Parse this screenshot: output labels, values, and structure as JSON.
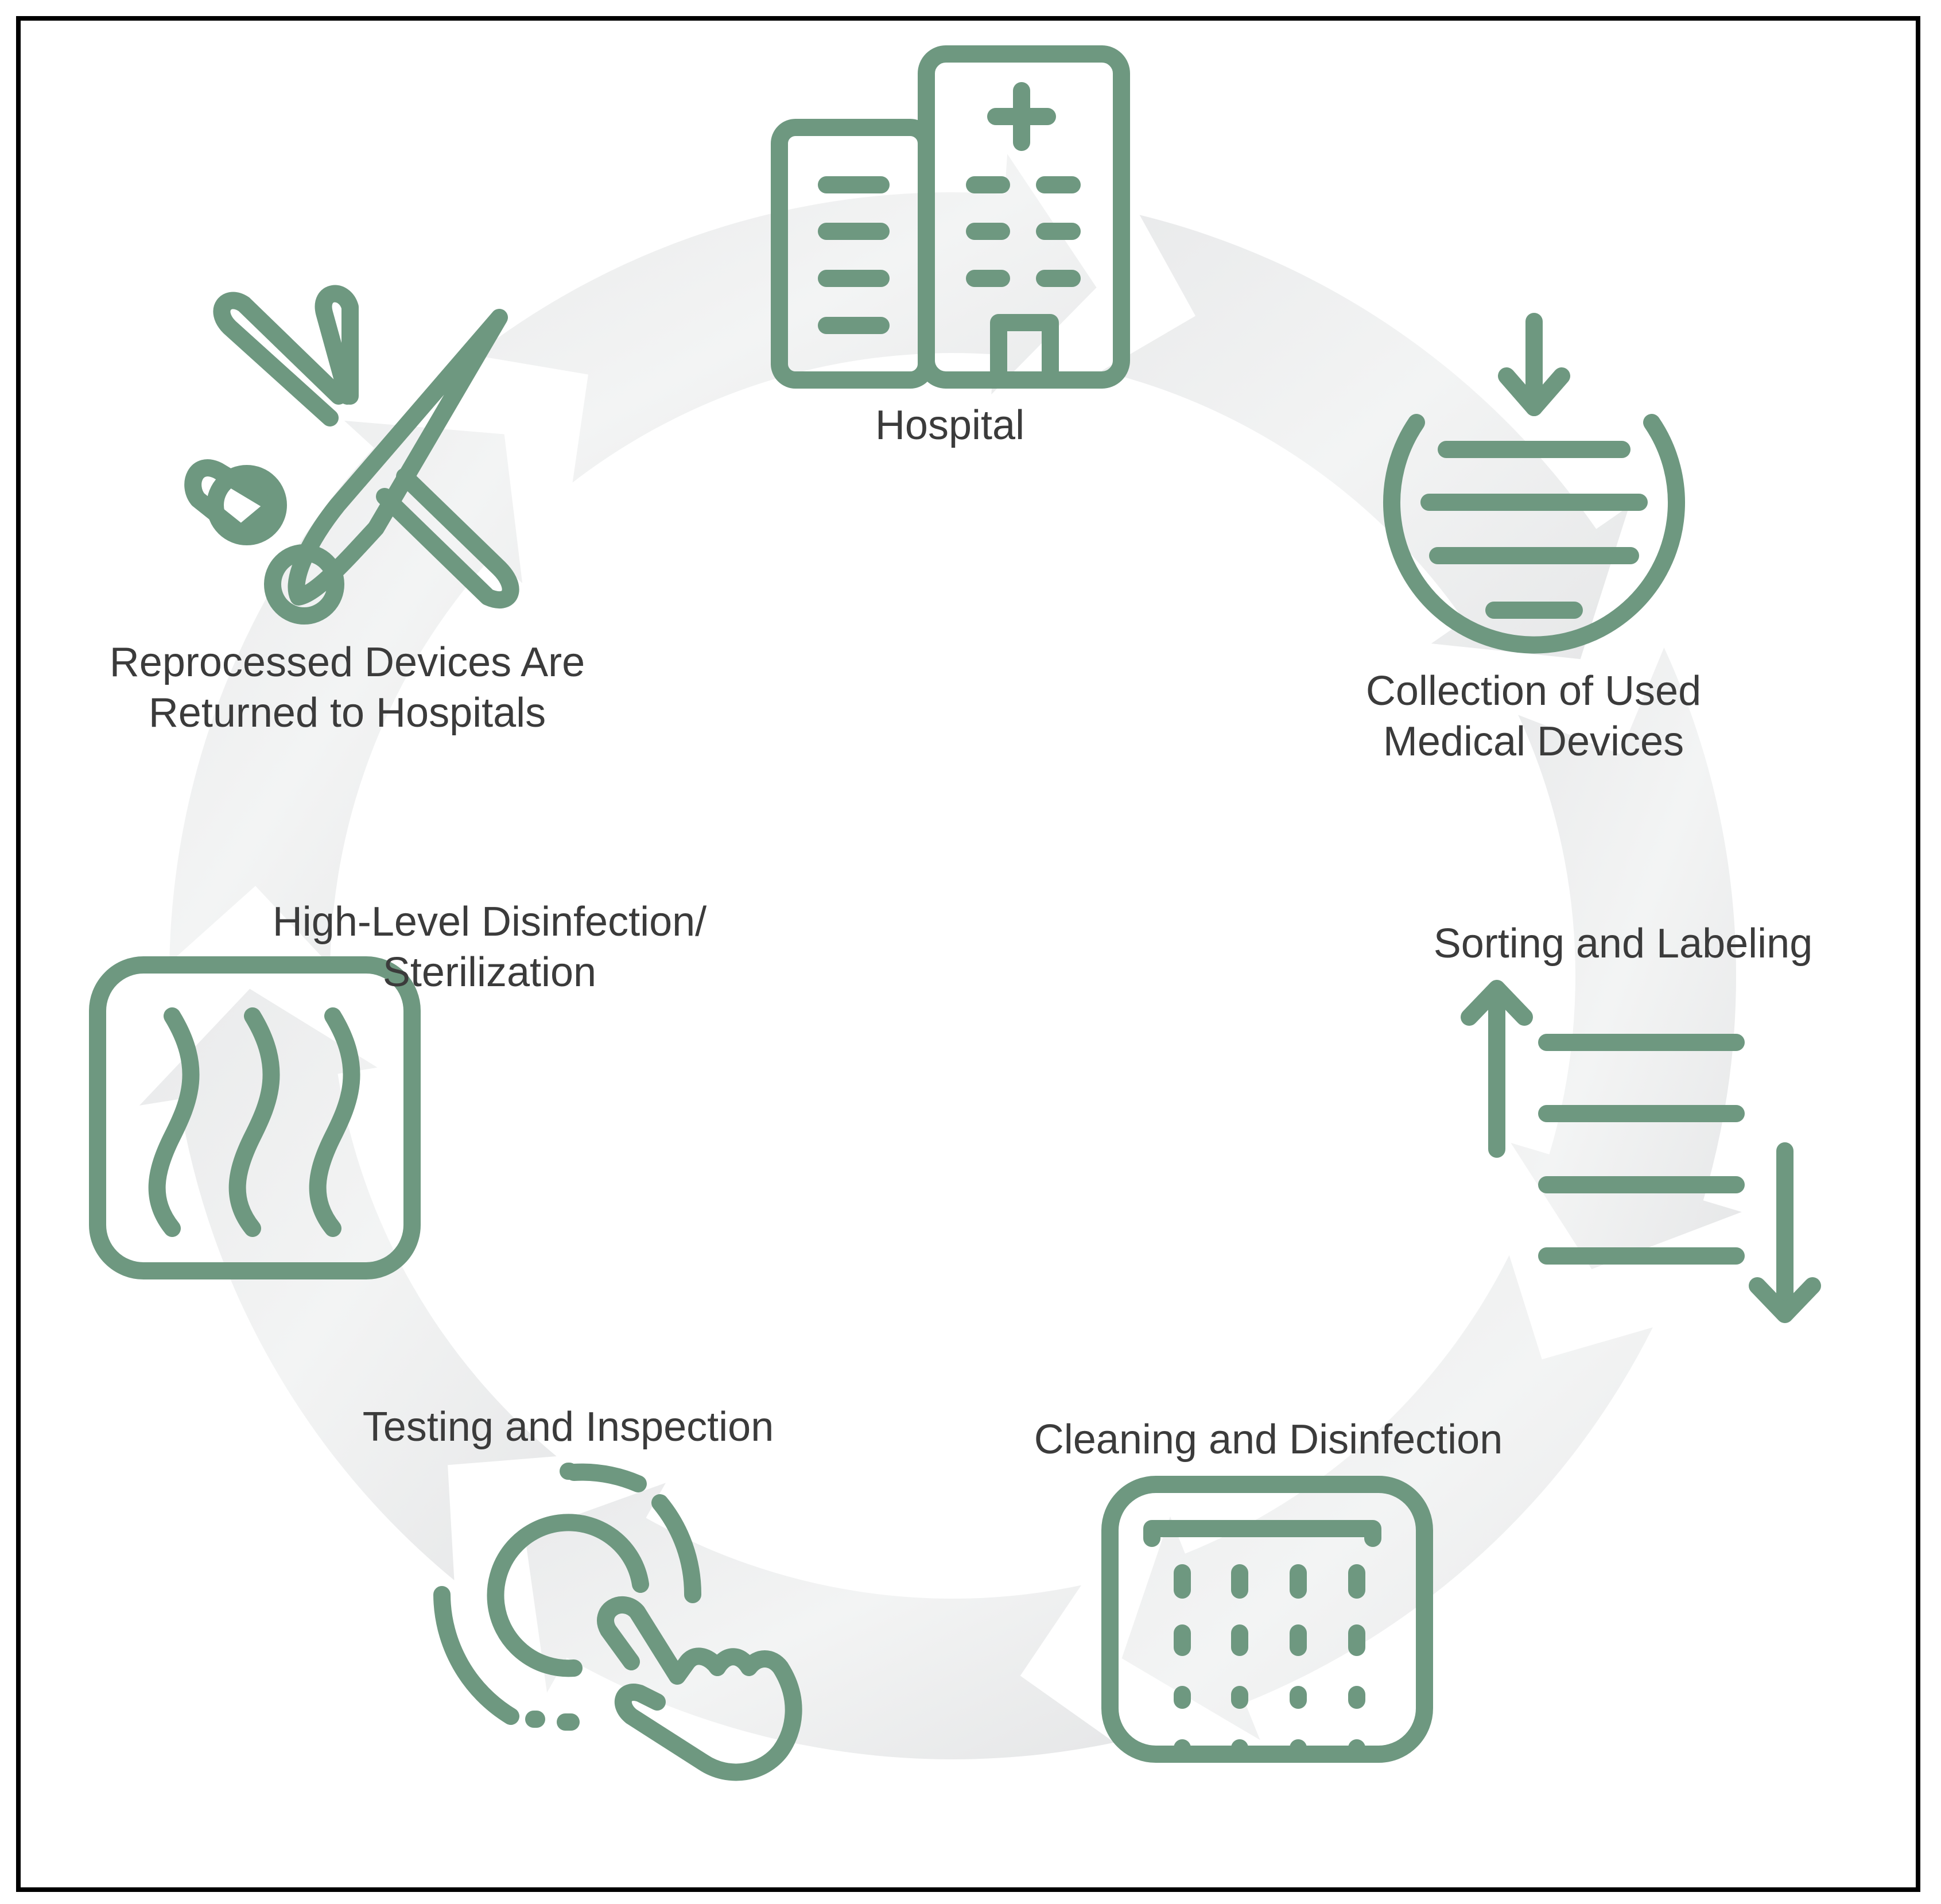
{
  "colors": {
    "icon": "#6e9880",
    "ring": "#eeeff0",
    "text": "#3b3b3b",
    "border": "#000000"
  },
  "steps": [
    {
      "id": "hospital",
      "icon": "hospital-building-icon",
      "label_lines": [
        "Hospital"
      ]
    },
    {
      "id": "collection",
      "icon": "collection-bin-icon",
      "label_lines": [
        "Collection of Used",
        "Medical Devices"
      ]
    },
    {
      "id": "sorting",
      "icon": "sort-list-icon",
      "label_lines": [
        "Sorting and Labeling"
      ]
    },
    {
      "id": "cleaning",
      "icon": "cleaning-grid-icon",
      "label_lines": [
        "Cleaning and Disinfection"
      ]
    },
    {
      "id": "testing",
      "icon": "touch-inspection-icon",
      "label_lines": [
        "Testing and Inspection"
      ]
    },
    {
      "id": "sterilization",
      "icon": "steam-sterilization-icon",
      "label_lines": [
        "High-Level Disinfection/",
        "Sterilization"
      ]
    },
    {
      "id": "returned",
      "icon": "surgical-instruments-icon",
      "label_lines": [
        "Reprocessed Devices Are",
        "Returned to Hospitals"
      ]
    }
  ]
}
